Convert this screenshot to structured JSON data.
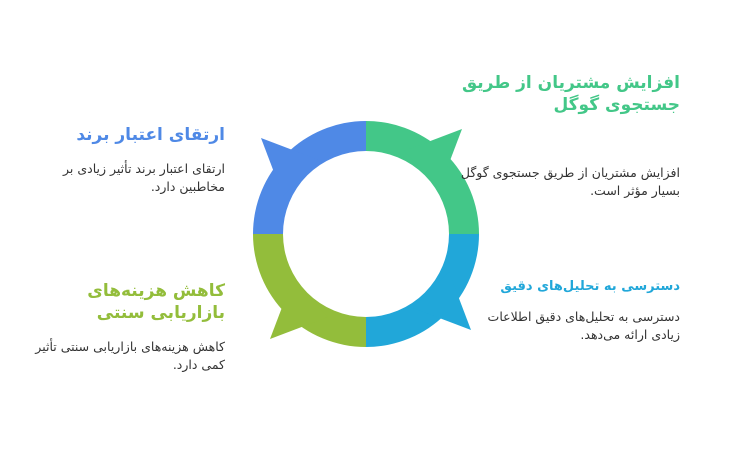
{
  "colors": {
    "green": "#43c788",
    "blue": "#21a7d9",
    "olive": "#93bd3b",
    "royal": "#4f89e6"
  },
  "sections": {
    "google": {
      "title": "افزایش مشتریان از طریق جستجوی گوگل",
      "description": "افزایش مشتریان از طریق جستجوی گوگل بسیار مؤثر است."
    },
    "analytics": {
      "title": "دسترسی به تحلیل‌های دقیق",
      "description": "دسترسی به تحلیل‌های دقیق اطلاعات زیادی ارائه می‌دهد."
    },
    "brand": {
      "title": "ارتقای اعتبار برند",
      "description": "ارتقای اعتبار برند تأثیر زیادی بر مخاطبین دارد."
    },
    "cost": {
      "title": "کاهش هزینه‌های بازاریابی سنتی",
      "description": "کاهش هزینه‌های بازاریابی سنتی تأثیر کمی دارد."
    }
  }
}
